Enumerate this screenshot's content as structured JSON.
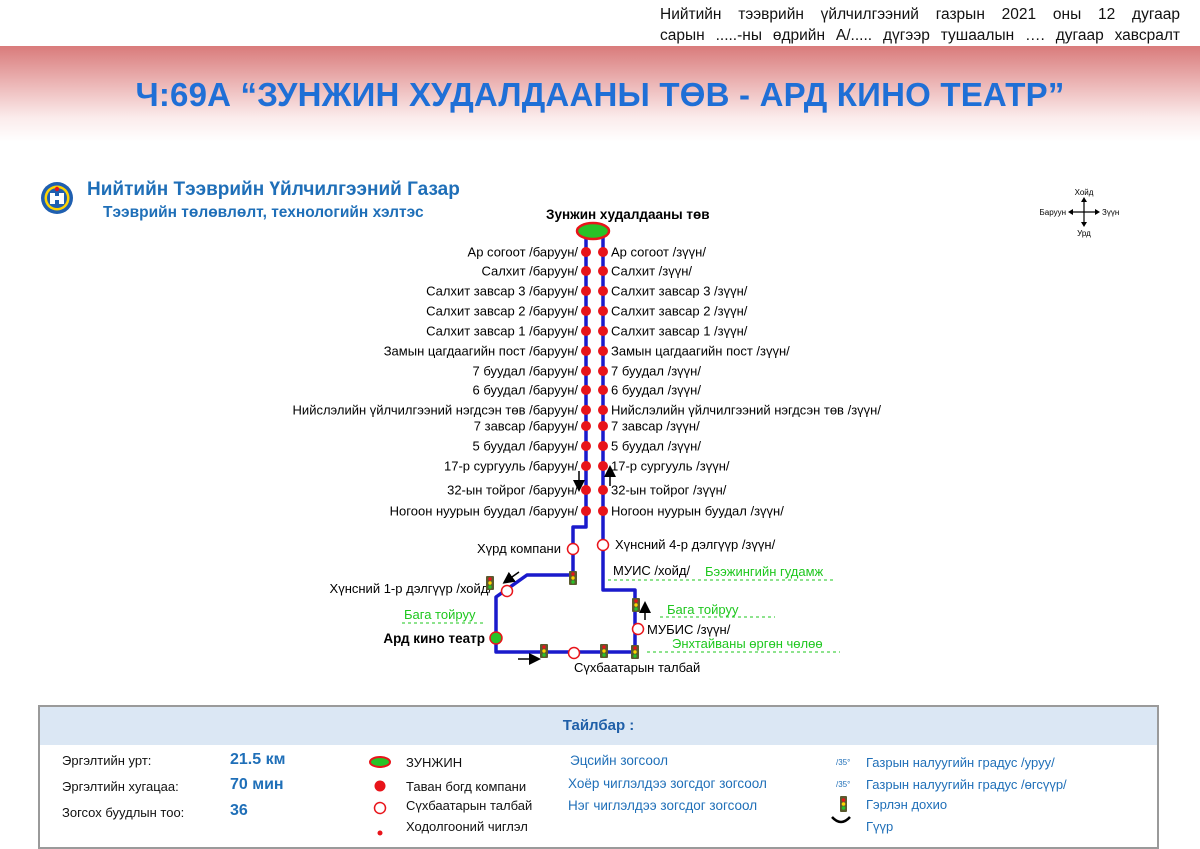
{
  "header": {
    "decree_line1": "Нийтийн тээврийн үйлчилгээний газрын 2021 оны 12 дугаар",
    "decree_line2": "сарын .....-ны өдрийн А/..... дүгээр тушаалын …. дугаар хавсралт",
    "route_title": "Ч:69А “ЗУНЖИН ХУДАЛДААНЫ ТӨВ - АРД КИНО ТЕАТР”"
  },
  "organization": {
    "name": "Нийтийн Тээврийн Үйлчилгээний Газар",
    "department": "Тээврийн төлөвлөлт, технологийн хэлтэс"
  },
  "compass": {
    "north": "Хойд",
    "south": "Урд",
    "west": "Баруун",
    "east": "Зүүн"
  },
  "terminal_start": "Зунжин худалдааны төв",
  "stops_west": [
    "Ар согоот /баруун/",
    "Салхит /баруун/",
    "Салхит завсар 3 /баруун/",
    "Салхит завсар 2 /баруун/",
    "Салхит завсар 1 /баруун/",
    "Замын цагдаагийн пост /баруун/",
    "7 буудал /баруун/",
    "6 буудал /баруун/",
    "Нийслэлийн үйлчилгээний нэгдсэн төв /баруун/",
    "7 завсар /баруун/",
    "5 буудал /баруун/",
    "17-р сургууль /баруун/",
    "32-ын тойрог /баруун/",
    "Ногоон нуурын буудал /баруун/"
  ],
  "stops_east": [
    "Ар согоот /зүүн/",
    "Салхит /зүүн/",
    "Салхит завсар 3 /зүүн/",
    "Салхит завсар 2 /зүүн/",
    "Салхит завсар 1 /зүүн/",
    "Замын цагдаагийн пост /зүүн/",
    "7 буудал /зүүн/",
    "6 буудал /зүүн/",
    "Нийслэлийн үйлчилгээний нэгдсэн төв /зүүн/",
    "7 завсар /зүүн/",
    "5 буудал /зүүн/",
    "17-р сургууль /зүүн/",
    "32-ын тойрог /зүүн/",
    "Ногоон нуурын буудал /зүүн/"
  ],
  "lower_stops": {
    "hurd": "Хүрд компани",
    "hunsnii4": "Хүнсний 4-р дэлгүүр /зүүн/",
    "hunsnii1": "Хүнсний 1-р дэлгүүр /хойд/",
    "muis": "МУИС /хойд/",
    "mubis": "МУБИС /зүүн/",
    "terminal_end": "Ард кино театр",
    "sukhbaatar": "Сүхбаатарын талбай"
  },
  "street_names": {
    "baga_toiruu_left": "Бага тойруу",
    "baga_toiruu_right": "Бага тойруу",
    "beejing": "Бээжингийн гудамж",
    "enkhtaivan": "Энхтайваны өргөн чөлөө"
  },
  "legend": {
    "title": "Тайлбар :",
    "length_label": "Эргэлтийн урт:",
    "length_value": "21.5 км",
    "time_label": "Эргэлтийн хугацаа:",
    "time_value": "70 мин",
    "stops_label": "Зогсох буудлын тоо:",
    "stops_value": "36",
    "sym_terminal": "ЗУНЖИН",
    "sym_red": "Таван богд компани",
    "sym_open": "Сүхбаатарын талбай",
    "sym_last": "Ходолгооний чиглэл",
    "term_stop": "Эцсийн зогсоол",
    "two_way": "Хоёр чиглэлдээ зогсдог зогсоол",
    "one_way": "Нэг чиглэлдээ зогсдог зогсоол",
    "slope_mark": "/35°",
    "slope_down": "Газрын налуугийн градус /уруу/",
    "slope_up": "Газрын налуугийн градус /өгсүүр/",
    "traffic_light": "Гэрлэн дохио",
    "bridge": "Гүүр"
  },
  "colors": {
    "route": "#1a1acc",
    "stop": "#e8141a",
    "terminal": "#27c227",
    "street": "#1ec71e",
    "title": "#1f6fd6"
  }
}
